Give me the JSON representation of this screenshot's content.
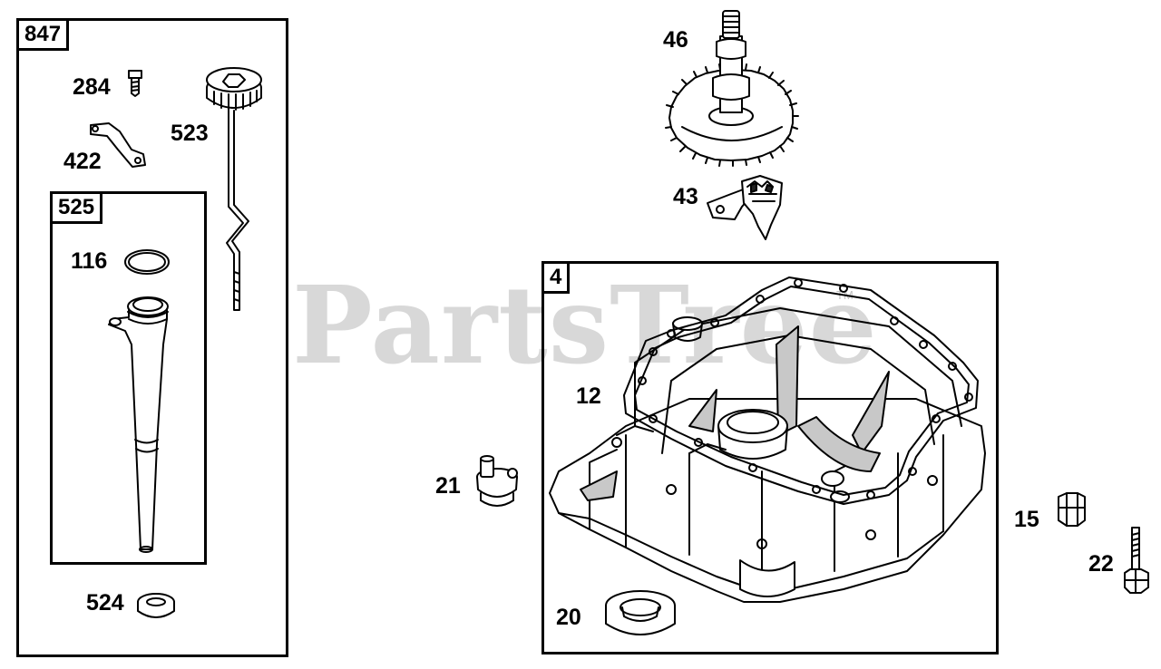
{
  "watermark": {
    "text": "PartsTree",
    "tm": "TM"
  },
  "boxes": {
    "b847": "847",
    "b525": "525",
    "b4": "4"
  },
  "callouts": {
    "c284": "284",
    "c422": "422",
    "c523": "523",
    "c116": "116",
    "c524": "524",
    "c46": "46",
    "c43": "43",
    "c12": "12",
    "c21": "21",
    "c20": "20",
    "c15": "15",
    "c22": "22"
  }
}
